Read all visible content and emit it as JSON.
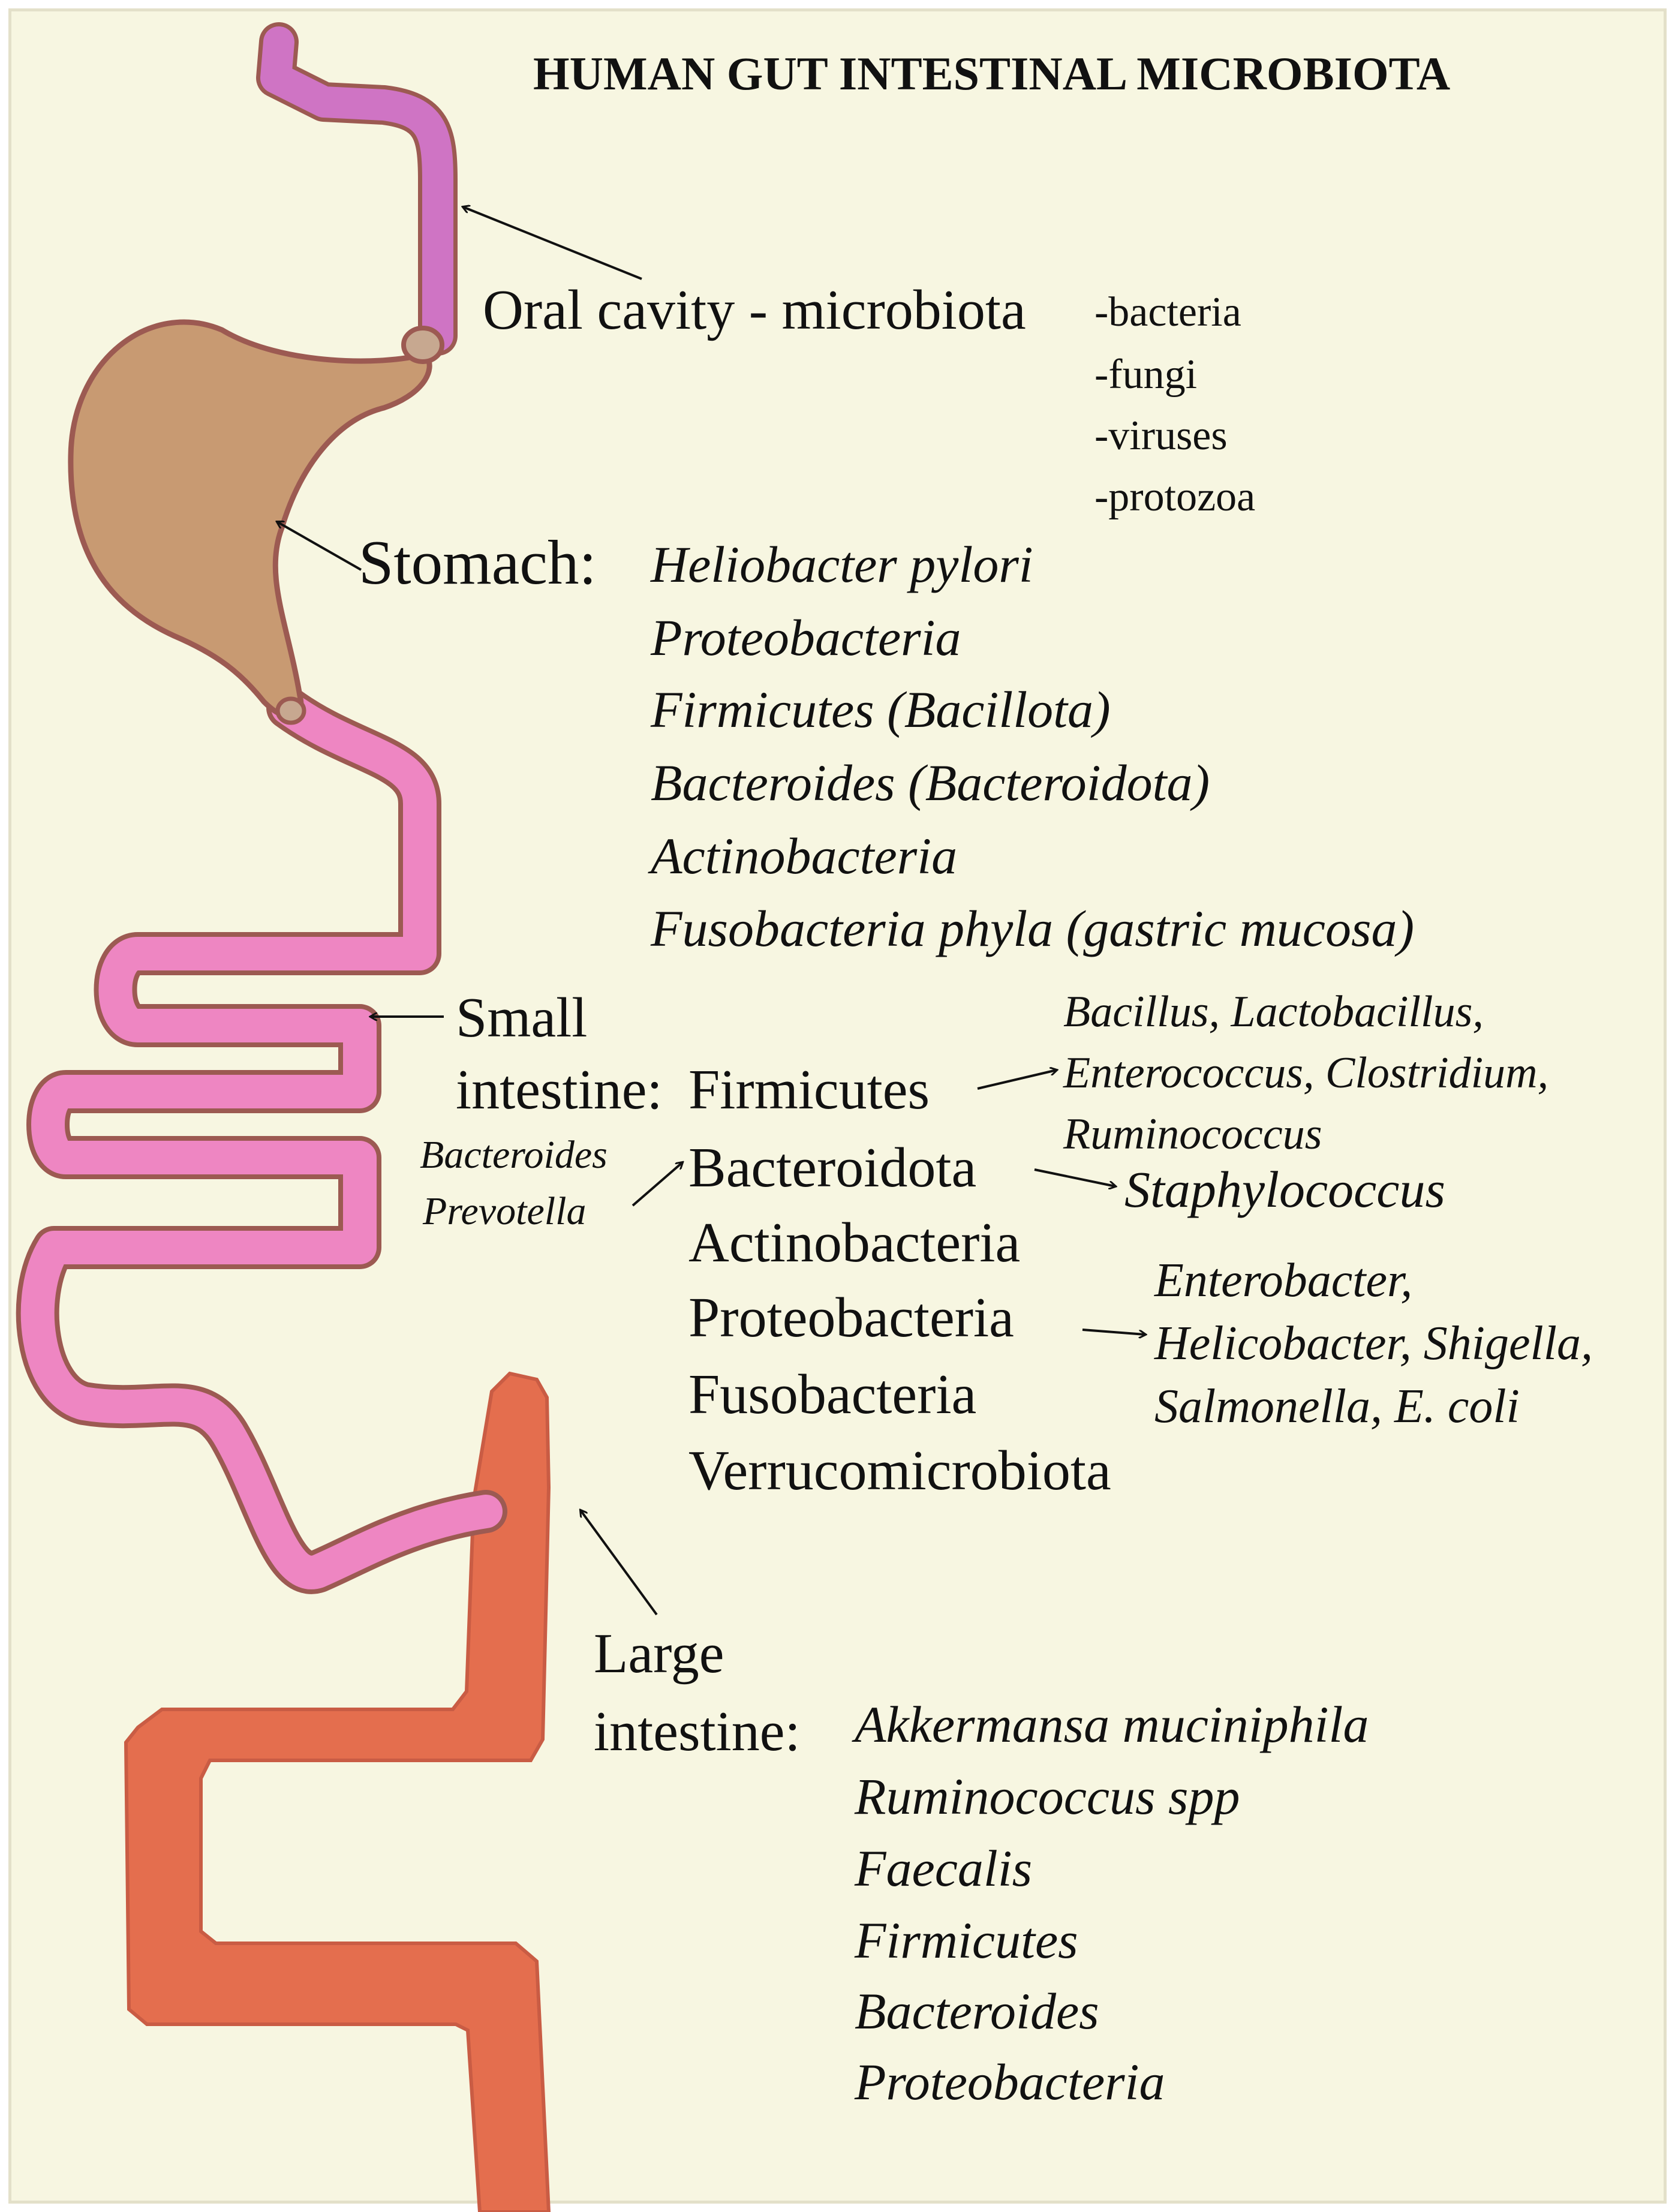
{
  "title": "HUMAN GUT INTESTINAL MICROBIOTA",
  "colors": {
    "background": "#f7f6e1",
    "esophagus": "#cf74c4",
    "stomach": "#c89a72",
    "small_intestine": "#ee86c2",
    "large_intestine": "#e46e4e",
    "outline": "#9c5a52"
  },
  "oral_cavity": {
    "label": "Oral cavity - microbiota",
    "items": [
      "-bacteria",
      "-fungi",
      "-viruses",
      "-protozoa"
    ]
  },
  "stomach": {
    "label": "Stomach:",
    "items": [
      "Heliobacter pylori",
      "Proteobacteria",
      "Firmicutes (Bacillota)",
      "Bacteroides (Bacteroidota)",
      "Actinobacteria",
      "Fusobacteria phyla (gastric mucosa)"
    ]
  },
  "small_intestine": {
    "label_line1": "Small",
    "label_line2": "intestine:",
    "phyla": [
      "Firmicutes",
      "Bacteroidota",
      "Actinobacteria",
      "Proteobacteria",
      "Fusobacteria",
      "Verrucomicrobiota"
    ],
    "firmicutes_genera": [
      "Bacillus, Lactobacillus,",
      "Enterococcus, Clostridium,",
      "Ruminococcus"
    ],
    "bacteroidota_left": [
      "Bacteroides",
      "Prevotella"
    ],
    "bacteroidota_genera": "Staphylococcus",
    "proteobacteria_genera": [
      "Enterobacter,",
      "Helicobacter, Shigella,",
      "Salmonella, E. coli"
    ]
  },
  "large_intestine": {
    "label_line1": "Large",
    "label_line2": "intestine:",
    "items": [
      "Akkermansa muciniphila",
      "Ruminococcus spp",
      "Faecalis",
      "Firmicutes",
      "Bacteroides",
      "Proteobacteria"
    ]
  }
}
